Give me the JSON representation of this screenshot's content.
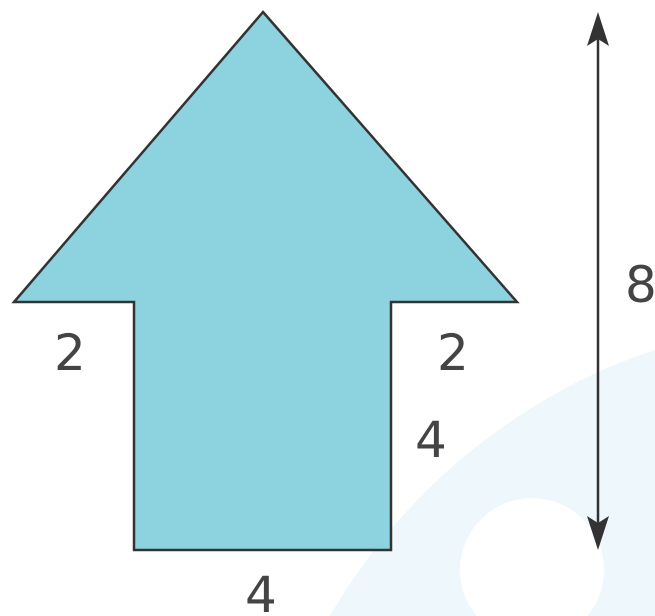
{
  "colors": {
    "shape_fill": "#8dd3df",
    "shape_stroke": "#333333",
    "label_color": "#444444",
    "background_wash": "#eef7fc",
    "arrow_color": "#333333"
  },
  "labels": {
    "left_ledge": "2",
    "right_ledge": "2",
    "stem_height": "4",
    "stem_width": "4",
    "total_height": "8"
  }
}
